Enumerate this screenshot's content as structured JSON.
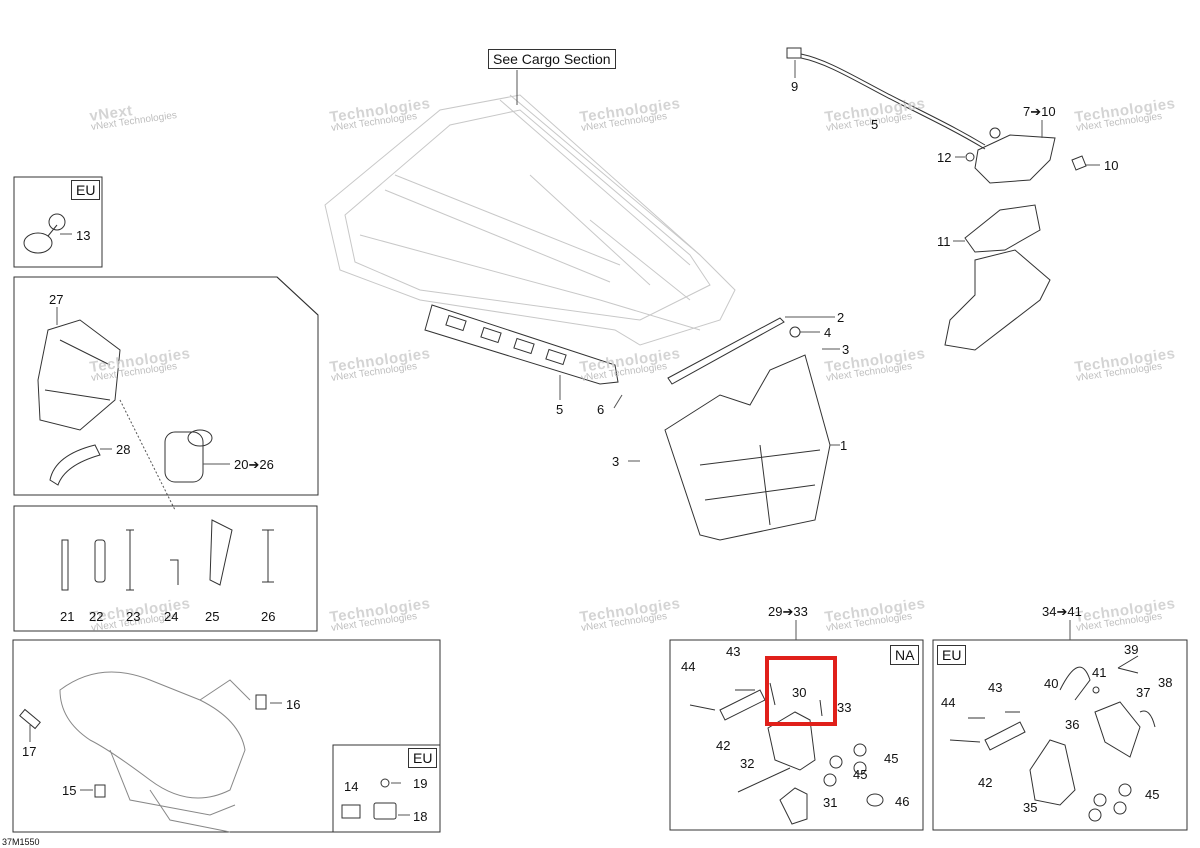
{
  "sheet_code": "37M1550",
  "cargo_note": "See Cargo Section",
  "region_tags": {
    "eu1": "EU",
    "eu2": "EU",
    "na": "NA",
    "eu3": "EU"
  },
  "labels": {
    "p1": "1",
    "p2": "2",
    "p3a": "3",
    "p3b": "3",
    "p4": "4",
    "p5a": "5",
    "p5b": "5",
    "p6": "6",
    "p7": "7➔10",
    "p9": "9",
    "p10": "10",
    "p11": "11",
    "p12": "12",
    "p13": "13",
    "p14": "14",
    "p15": "15",
    "p16": "16",
    "p17": "17",
    "p18": "18",
    "p19": "19",
    "p20": "20➔26",
    "p21": "21",
    "p22": "22",
    "p23": "23",
    "p24": "24",
    "p25": "25",
    "p26": "26",
    "p27": "27",
    "p28": "28",
    "p29": "29➔33",
    "p30": "30",
    "p31": "31",
    "p32": "32",
    "p33": "33",
    "p34": "34➔41",
    "p35": "35",
    "p36": "36",
    "p37": "37",
    "p38": "38",
    "p39": "39",
    "p40": "40",
    "p41": "41",
    "p42a": "42",
    "p42b": "42",
    "p43a": "43",
    "p43b": "43",
    "p44a": "44",
    "p44b": "44",
    "p45a": "45",
    "p45b": "45",
    "p45c": "45",
    "p46": "46"
  },
  "watermark": {
    "line1": "vNext",
    "line2": "Technologies",
    "line3": "vNext Technologies"
  },
  "colors": {
    "highlight": "#e0201a",
    "line": "#333333",
    "ghost": "#b8b8b8"
  }
}
